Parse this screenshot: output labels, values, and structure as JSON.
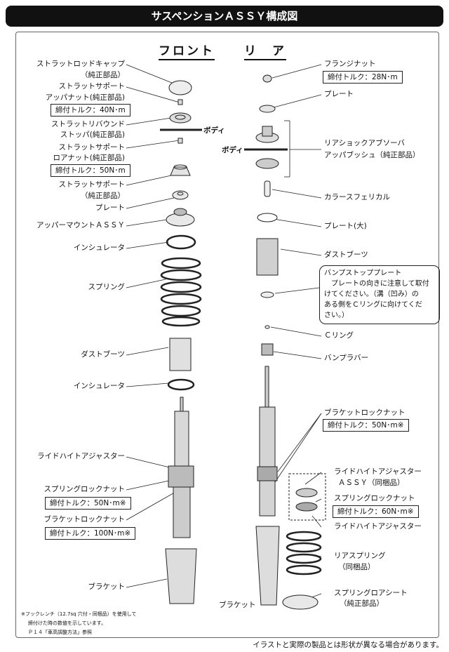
{
  "title": "サスペンションＡＳＳＹ構成図",
  "headers": {
    "front": "フロント",
    "rear": "リ　ア"
  },
  "body_label": "ボディ",
  "front": {
    "rod_cap": [
      "ストラットロッドキャップ",
      "（純正部品）"
    ],
    "upper_nut": [
      "ストラットサポート",
      "アッパナット(純正部品)"
    ],
    "torque_40": "締付トルク：40N･m",
    "rebound": [
      "ストラットリバウンド",
      "ストッパ(純正部品)"
    ],
    "lower_nut": [
      "ストラットサポート",
      "ロアナット(純正部品)"
    ],
    "torque_50": "締付トルク：50N･m",
    "support": [
      "ストラットサポート",
      "（純正部品）"
    ],
    "plate": "プレート",
    "upper_mount": "アッパーマウントＡＳＳＹ",
    "insulator_top": "インシュレータ",
    "spring": "スプリング",
    "dust_boot": "ダストブーツ",
    "insulator_bottom": "インシュレータ",
    "ride_height": "ライドハイトアジャスター",
    "spring_lock": "スプリングロックナット",
    "torque_spring": "締付トルク：50N･m※",
    "bracket_lock": "ブラケットロックナット",
    "torque_bracket": "締付トルク：100N･m※",
    "bracket": "ブラケット"
  },
  "rear": {
    "flange_nut": "フランジナット",
    "torque_28": "締付トルク：28N･m",
    "plate": "プレート",
    "upper_bush": [
      "リアショックアブソーバ",
      "アッパブッシュ（純正部品）"
    ],
    "collar": "カラースフェリカル",
    "plate_large": "プレート(大)",
    "dust_boot": "ダストブーツ",
    "bump_stop": [
      "バンプストッププレート",
      "プレートの向きに注意して取付",
      "けてください。（溝（凹み）の",
      "ある側をＣリングに向けてくだ",
      "さい。）"
    ],
    "c_ring": "Ｃリング",
    "bump_rubber": "バンプラバー",
    "bracket_lock": "ブラケットロックナット",
    "torque_bracket": "締付トルク：50N･m※",
    "ride_height_assy": [
      "ライドハイトアジャスター",
      "ＡＳＳＹ（同梱品）"
    ],
    "spring_lock": "スプリングロックナット",
    "torque_spring": "締付トルク：60N･m※",
    "ride_height": "ライドハイトアジャスター",
    "spring": [
      "リアスプリング",
      "（同梱品）"
    ],
    "lower_seat": [
      "スプリングロアシート",
      "（純正部品）"
    ],
    "bracket": "ブラケット"
  },
  "notes": [
    "※フックレンチ（12.7sq 穴付・同梱品）を使用して",
    "締付けた時の数値を示しています。",
    "Ｐ１４「車高調整方法」参照"
  ],
  "footer": "イラストと実際の製品とは形状が異なる場合があります。"
}
